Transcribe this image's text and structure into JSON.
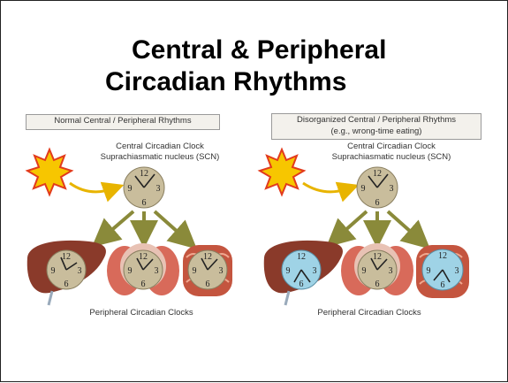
{
  "title": {
    "line1": "Central & Peripheral",
    "line2": "Circadian Rhythms"
  },
  "left_panel": {
    "label": "Normal Central / Peripheral Rhythms",
    "central_line1": "Central Circadian Clock",
    "central_line2": "Suprachiasmatic nucleus (SCN)",
    "peripheral_caption": "Peripheral Circadian Clocks"
  },
  "right_panel": {
    "label_line1": "Disorganized Central / Peripheral Rhythms",
    "label_line2": "(e.g., wrong-time eating)",
    "central_line1": "Central Circadian Clock",
    "central_line2": "Suprachiasmatic nucleus (SCN)",
    "peripheral_caption": "Peripheral Circadian Clocks"
  },
  "clock_numerals": {
    "n12": "12",
    "n3": "3",
    "n6": "6",
    "n9": "9"
  },
  "colors": {
    "clock_normal": "#c9bd9c",
    "clock_shifted": "#9fd3e6",
    "arrow_gold": "#e8b400",
    "arrow_olive": "#8a8a3a",
    "sun": "#f7c600",
    "sun_rays": "#e23a1c",
    "liver": "#8a3a2a",
    "pancreas": "#d86a5a",
    "intestine": "#c4553f"
  }
}
